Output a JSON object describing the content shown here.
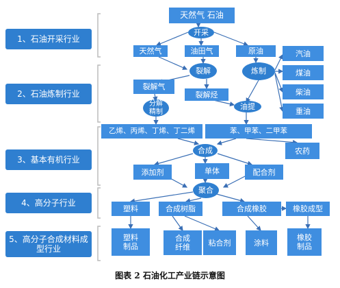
{
  "industries": [
    "1、石油开采行业",
    "2、石油炼制行业",
    "3、基本有机行业",
    "4、高分子行业",
    "5、高分子合成材料成型行业"
  ],
  "nodes": {
    "natural_gas_oil": "天然气 石油",
    "natural_gas": "天然气",
    "oilfield_gas": "油田气",
    "crude_oil": "原油",
    "gasoline": "汽油",
    "kerosene": "煤油",
    "diesel": "柴油",
    "heavy_oil": "重油",
    "cracked_gas": "裂解气",
    "cracked_hydrocarbon": "裂解烃",
    "olefins": "乙烯、丙烯、丁烯、丁二烯",
    "aromatics": "苯、甲苯、二甲苯",
    "pesticide": "农药",
    "additive": "添加剂",
    "monomer": "单体",
    "complexing_agent": "配合剂",
    "plastic": "塑料",
    "synthetic_resin": "合成树脂",
    "synthetic_rubber": "合成橡胶",
    "rubber_molding": "橡胶成型",
    "plastic_products": "塑料制品",
    "synthetic_fiber": "合成纤维",
    "adhesive": "粘合剂",
    "coating": "涂料",
    "rubber_products": "橡胶制品"
  },
  "processes": {
    "extraction": "开采",
    "cracking": "裂解",
    "refining": "炼制",
    "separation_refining": "分解精制",
    "extraction_proc": "油提",
    "synthesis": "合成",
    "polymerization": "聚合"
  },
  "caption": "图表 2    石油化工产业链示意图",
  "colors": {
    "box": "#3f8ee0",
    "label": "#2f7fd0",
    "arrow": "#3a6fb5",
    "bracket": "#bbbbbb"
  }
}
